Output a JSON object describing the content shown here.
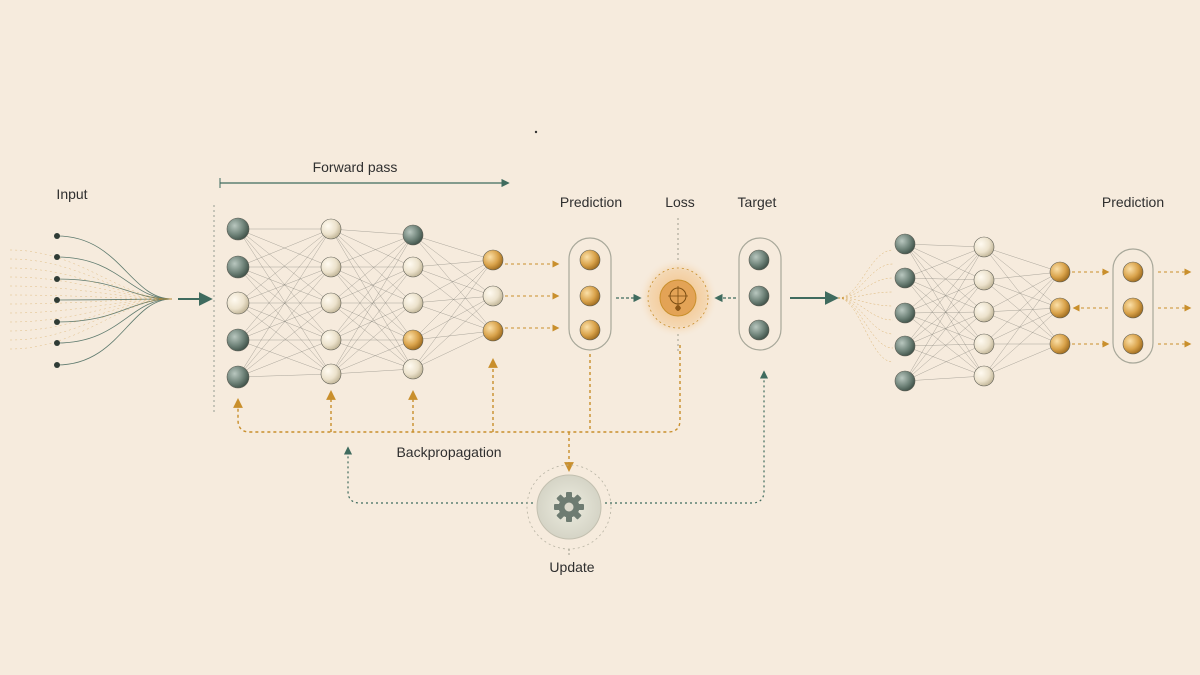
{
  "labels": {
    "input": "Input",
    "forward_pass": "Forward pass",
    "prediction": "Prediction",
    "loss": "Loss",
    "target": "Target",
    "backpropagation": "Backpropagation",
    "update": "Update",
    "prediction_right": "Prediction"
  },
  "colors": {
    "background": "#f6ebdd",
    "gray_node": "#6f8379",
    "cream_node": "#ece2cc",
    "gold_node": "#d9a24a",
    "forward_arrow": "#3f6b5e",
    "backprop": "#c98f2c",
    "update_line": "#3f6b5e",
    "loss_glow": "#f0b874"
  },
  "icons": {
    "loss": "loss-target-icon",
    "update": "gear-icon"
  }
}
